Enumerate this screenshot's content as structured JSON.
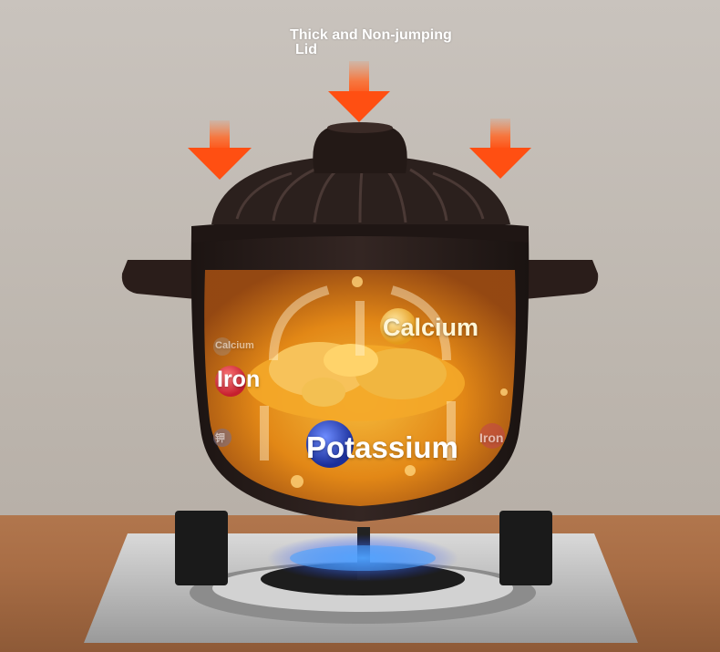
{
  "caption": {
    "line1": "Thick and Non-jumping",
    "line2": "Lid"
  },
  "nutrients": {
    "calcium": "Calcium",
    "iron": "Iron",
    "potassium": "Potassium",
    "faded_calcium": "Calcium",
    "faded_iron": "Iron",
    "faded_potassium": "钾"
  },
  "colors": {
    "arrow": "#ff5a1f",
    "pot_body": "#2b1f1c",
    "broth": "#e58a14",
    "flame": "#2f7dff",
    "wall": "#c7c0b9",
    "counter": "#a86d45"
  },
  "icons": {
    "arrows": "down-arrow-icon",
    "flame": "flame-icon"
  }
}
